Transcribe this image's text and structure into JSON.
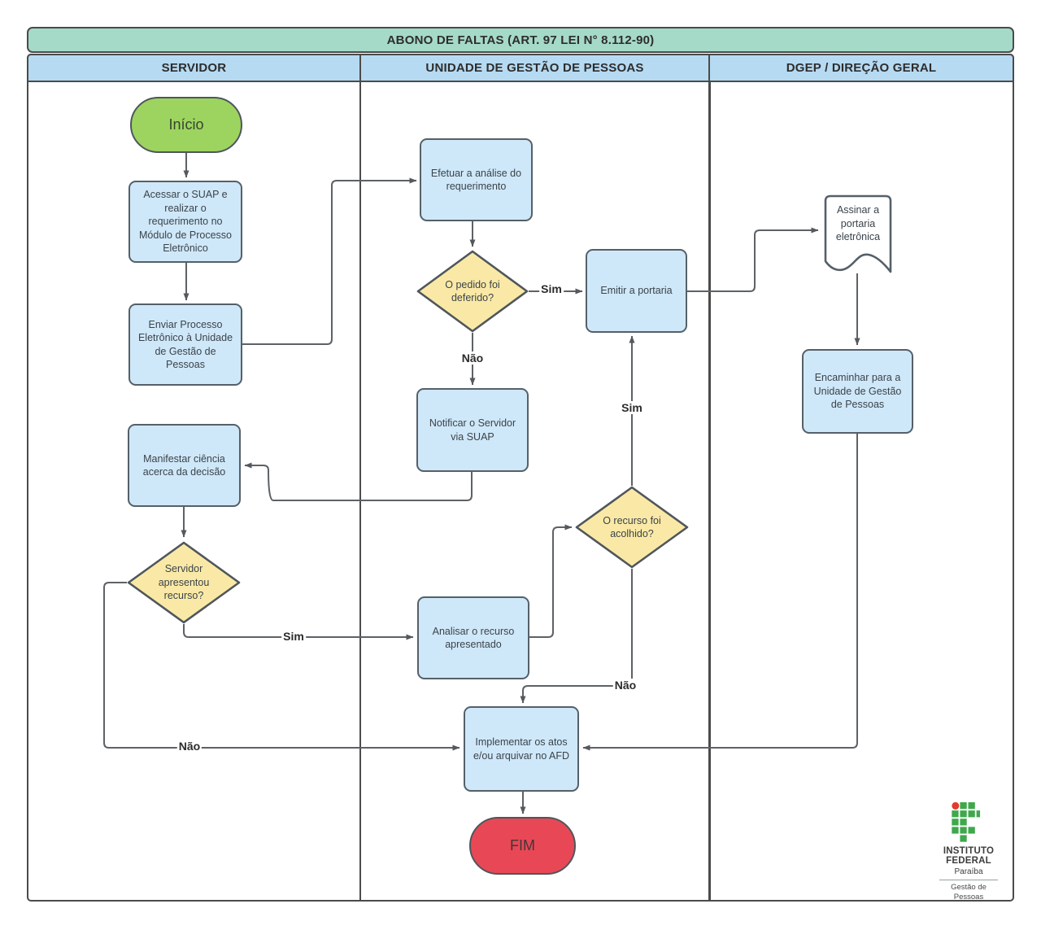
{
  "title": "ABONO DE FALTAS (ART. 97 LEI N° 8.112-90)",
  "lanes": [
    {
      "label": "SERVIDOR"
    },
    {
      "label": "UNIDADE DE GESTÃO DE PESSOAS"
    },
    {
      "label": "DGEP / DIREÇÃO GERAL"
    }
  ],
  "nodes": {
    "inicio": "Início",
    "acessar_suap": "Acessar o SUAP e realizar o requerimento no Módulo de Processo Eletrônico",
    "enviar_processo": "Enviar Processo Eletrônico à Unidade de Gestão de Pessoas",
    "efetuar_analise": "Efetuar a análise do requerimento",
    "pedido_deferido": "O pedido foi deferido?",
    "emitir_portaria": "Emitir a portaria",
    "notificar_servidor": "Notificar o Servidor via SUAP",
    "manifestar_ciencia": "Manifestar ciência acerca da decisão",
    "servidor_recurso": "Servidor apresentou recurso?",
    "analisar_recurso": "Analisar o recurso apresentado",
    "recurso_acolhido": "O recurso foi acolhido?",
    "implementar_atos": "Implementar os atos e/ou arquivar no AFD",
    "fim": "FIM",
    "assinar_portaria": "Assinar a portaria eletrônica",
    "encaminhar_ugp": "Encaminhar para a Unidade de Gestão de Pessoas"
  },
  "edge_labels": {
    "deferido_sim": "Sim",
    "deferido_nao": "Não",
    "recurso_sim": "Sim",
    "recurso_nao": "Não",
    "acolhido_sim": "Sim",
    "acolhido_nao": "Não"
  },
  "logo": {
    "icon": "instituto-federal-logo",
    "institution_line1": "INSTITUTO",
    "institution_line2": "FEDERAL",
    "state": "Paraíba",
    "department_line1": "Gestão de",
    "department_line2": "Pessoas"
  },
  "colors": {
    "title_bg": "#a6dac8",
    "lane_header_bg": "#b6daf2",
    "process_fill": "#cfe8f9",
    "decision_fill": "#fae9a6",
    "start_fill": "#9cd45f",
    "end_fill": "#e84855",
    "document_fill": "#ffffff",
    "node_border": "#556069",
    "edge_color": "#5d6266",
    "frame_border": "#4b4b4b",
    "logo_green": "#3fa84c",
    "logo_red": "#e23b2e"
  }
}
